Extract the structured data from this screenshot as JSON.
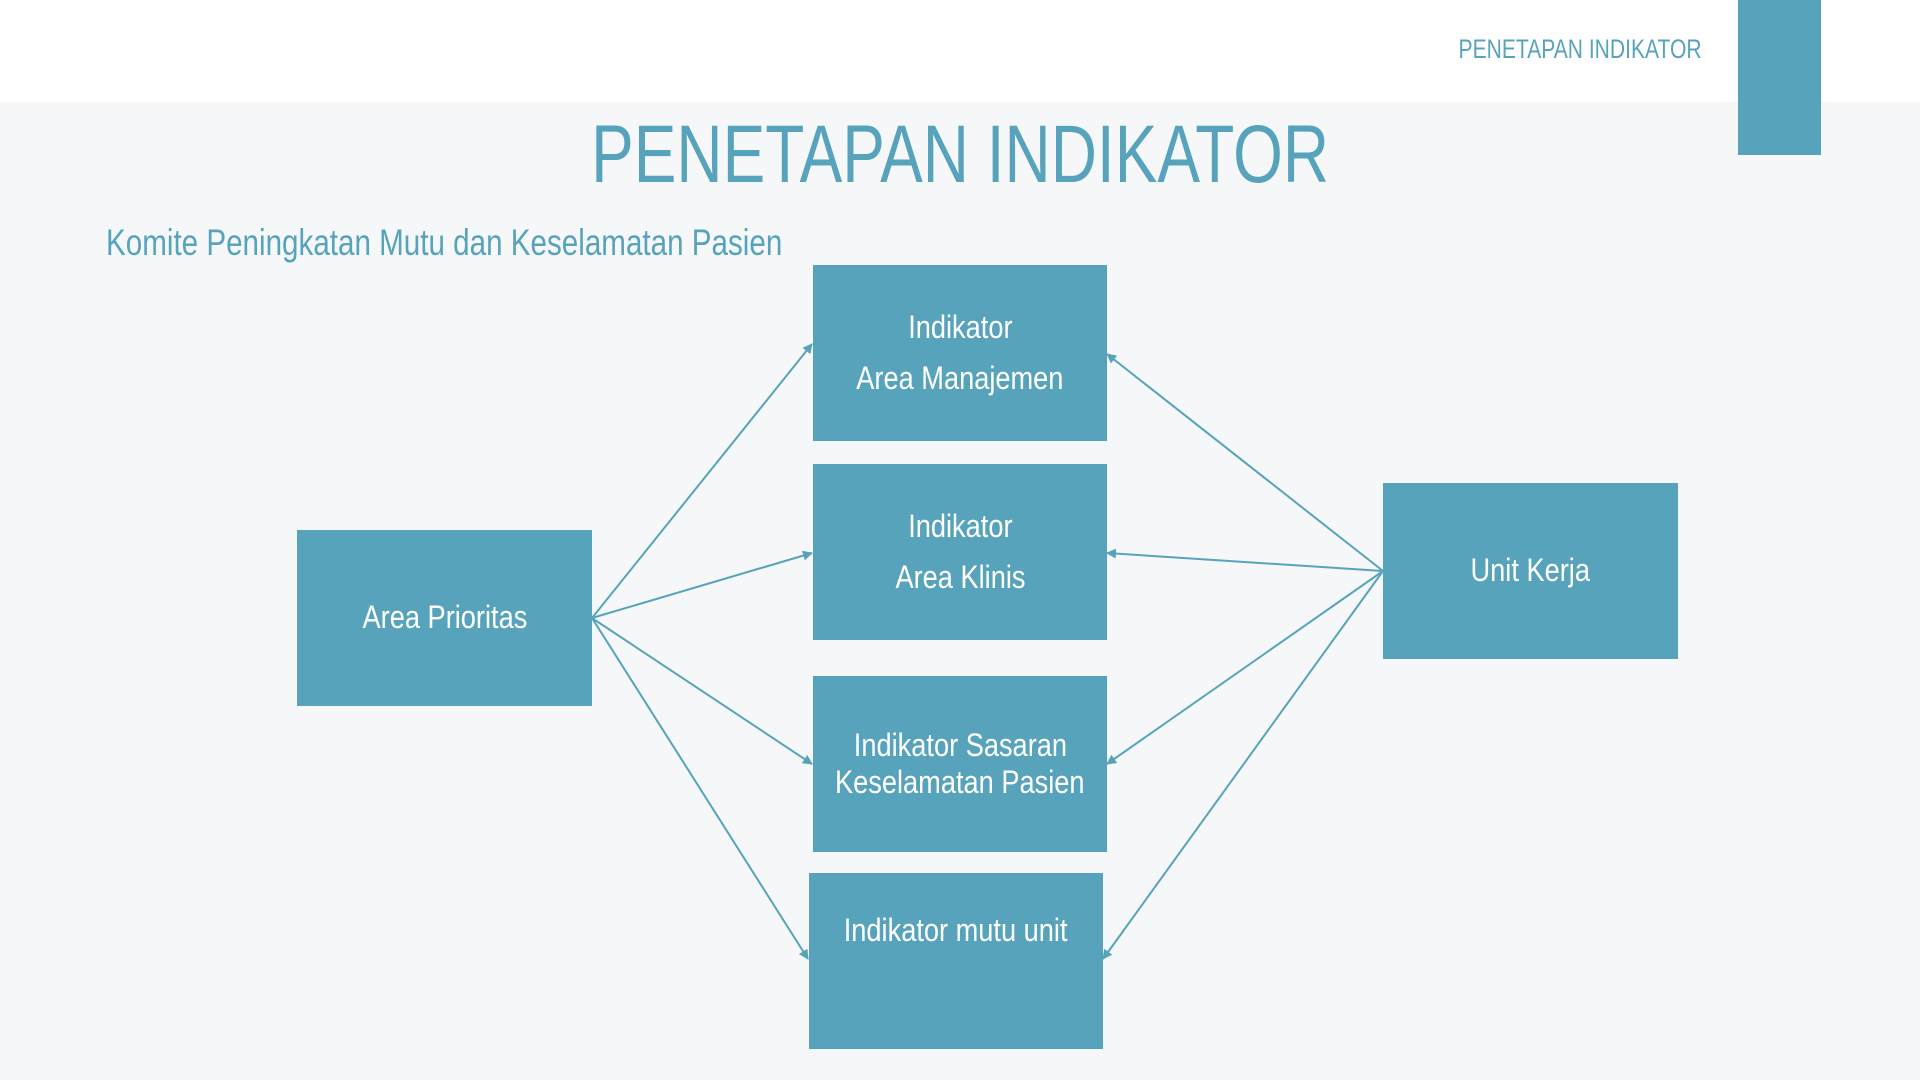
{
  "header": {
    "section_label": "PENETAPAN INDIKATOR"
  },
  "slide": {
    "title": "PENETAPAN INDIKATOR",
    "subtitle": "Komite Peningkatan Mutu dan Keselamatan Pasien"
  },
  "diagram": {
    "nodes": {
      "area_prioritas": {
        "label": "Area Prioritas"
      },
      "indikator_manajemen": {
        "line1": "Indikator",
        "line2": "Area Manajemen"
      },
      "indikator_klinis": {
        "line1": "Indikator",
        "line2": "Area Klinis"
      },
      "indikator_skp": {
        "line1": "Indikator Sasaran",
        "line2": "Keselamatan Pasien"
      },
      "indikator_mutu_unit": {
        "label": "Indikator mutu unit"
      },
      "unit_kerja": {
        "label": "Unit Kerja"
      }
    },
    "edges": [
      {
        "from": "area_prioritas",
        "to": "indikator_manajemen"
      },
      {
        "from": "area_prioritas",
        "to": "indikator_klinis"
      },
      {
        "from": "area_prioritas",
        "to": "indikator_skp"
      },
      {
        "from": "area_prioritas",
        "to": "indikator_mutu_unit"
      },
      {
        "from": "unit_kerja",
        "to": "indikator_manajemen"
      },
      {
        "from": "unit_kerja",
        "to": "indikator_klinis"
      },
      {
        "from": "unit_kerja",
        "to": "indikator_skp"
      },
      {
        "from": "unit_kerja",
        "to": "indikator_mutu_unit"
      }
    ],
    "colors": {
      "box_fill": "#58a3bc",
      "box_text": "#ffffff",
      "arrow": "#58a3bc"
    }
  }
}
